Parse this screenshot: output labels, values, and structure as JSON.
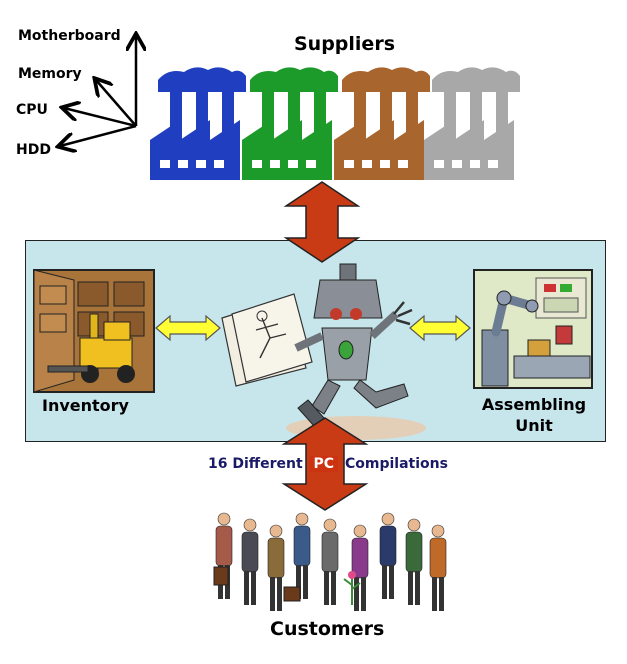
{
  "components": {
    "motherboard": "Motherboard",
    "memory": "Memory",
    "cpu": "CPU",
    "hdd": "HDD"
  },
  "suppliers": {
    "title": "Suppliers",
    "factory_colors": [
      "#1f3fc0",
      "#1c9a2a",
      "#a8652e",
      "#a8a8a8"
    ]
  },
  "process": {
    "inventory_label": "Inventory",
    "assembling_label_line1": "Assembling",
    "assembling_label_line2": "Unit",
    "box_color": "#c7e6ec"
  },
  "output": {
    "prefix": "16 Different",
    "badge": "PC",
    "suffix": "Compilations"
  },
  "customers": {
    "title": "Customers"
  },
  "colors": {
    "big_arrow": "#c83b14",
    "small_arrow": "#ffff33"
  }
}
